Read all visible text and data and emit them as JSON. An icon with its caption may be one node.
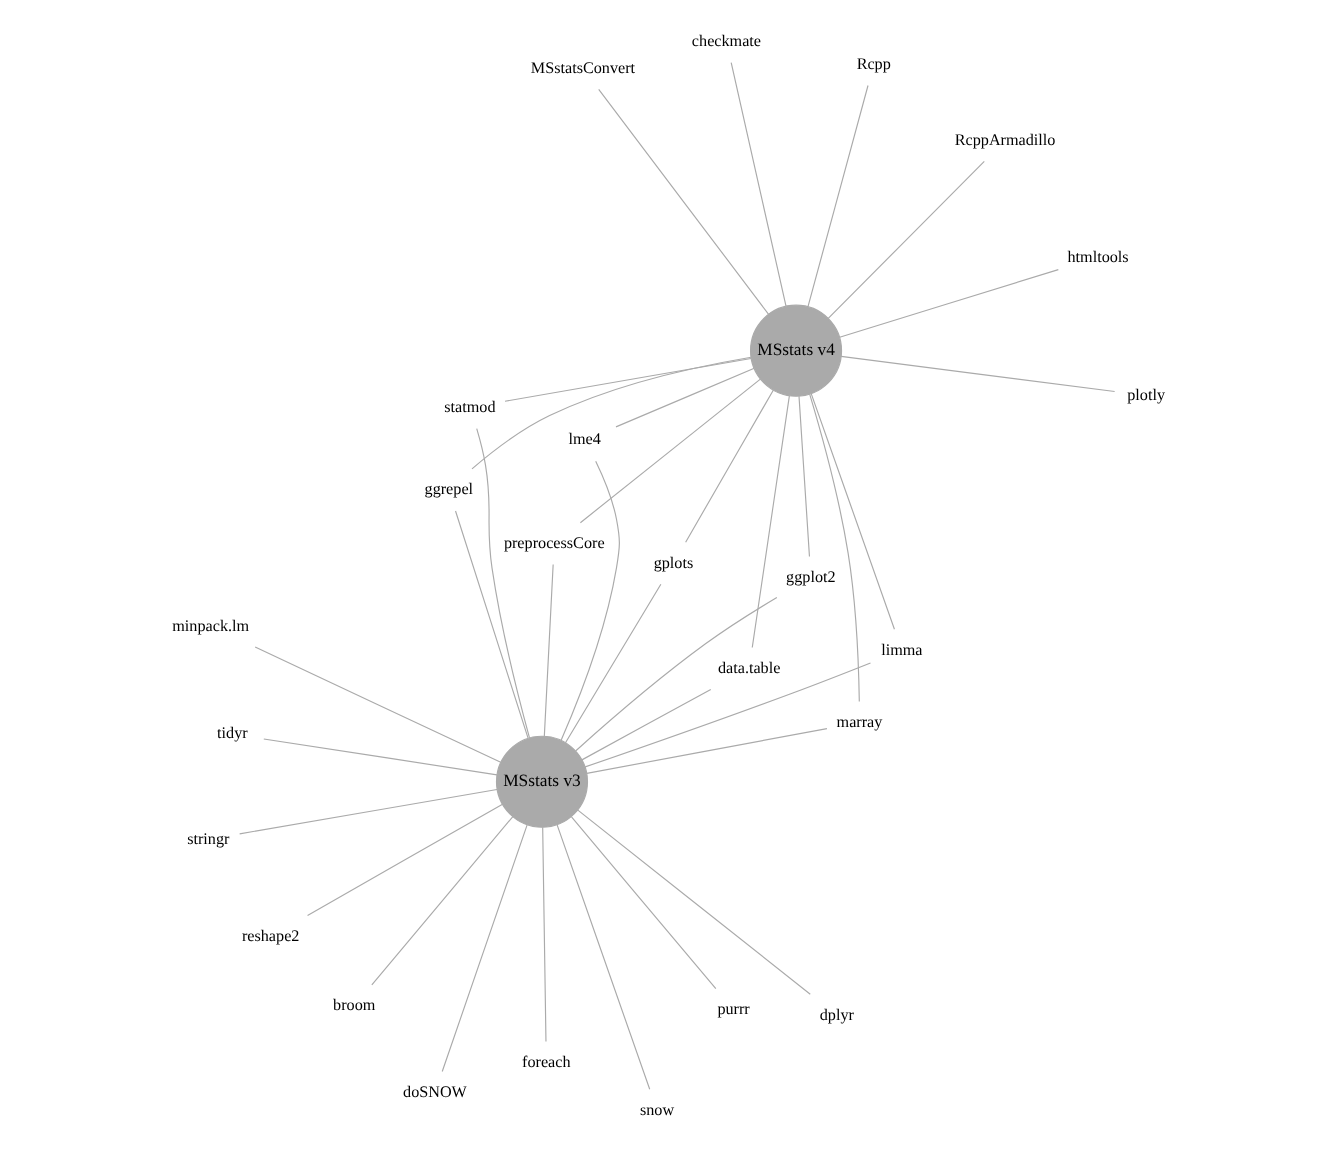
{
  "diagram": {
    "nodes": [
      {
        "text": [
          "MSstats v3"
        ]
      },
      {
        "text": [
          "MSstats v4"
        ]
      },
      {
        "text": [
          "doSNOW"
        ]
      },
      {
        "text": [
          "minpack.lm"
        ]
      },
      {
        "text": [
          "purrr"
        ]
      },
      {
        "text": [
          "tidyr"
        ]
      },
      {
        "text": [
          "reshape2"
        ]
      },
      {
        "text": [
          "dplyr"
        ]
      },
      {
        "text": [
          "broom"
        ]
      },
      {
        "text": [
          "snow"
        ]
      },
      {
        "text": [
          "foreach"
        ]
      },
      {
        "text": [
          "stringr"
        ]
      },
      {
        "text": [
          "limma"
        ]
      },
      {
        "text": [
          "ggplot2"
        ]
      },
      {
        "text": [
          "lme4"
        ]
      },
      {
        "text": [
          "data.table"
        ]
      },
      {
        "text": [
          "marray"
        ]
      },
      {
        "text": [
          "statmod"
        ]
      },
      {
        "text": [
          "ggrepel"
        ]
      },
      {
        "text": [
          "preprocessCore"
        ]
      },
      {
        "text": [
          "gplots"
        ]
      },
      {
        "text": [
          "MSstatsConvert"
        ]
      },
      {
        "text": [
          "Rcpp"
        ]
      },
      {
        "text": [
          "RcppArmadillo"
        ]
      },
      {
        "text": [
          "checkmate"
        ]
      },
      {
        "text": [
          "plotly"
        ]
      },
      {
        "text": [
          "htmltools"
        ]
      }
    ],
    "edges": [
      {
        "from": 0,
        "to": 2,
        "arrow": "none"
      },
      {
        "from": 0,
        "to": 3,
        "arrow": "none"
      },
      {
        "from": 0,
        "to": 4,
        "arrow": "none"
      },
      {
        "from": 0,
        "to": 5,
        "arrow": "none"
      },
      {
        "from": 0,
        "to": 6,
        "arrow": "none"
      },
      {
        "from": 0,
        "to": 7,
        "arrow": "none"
      },
      {
        "from": 0,
        "to": 8,
        "arrow": "none"
      },
      {
        "from": 0,
        "to": 9,
        "arrow": "none"
      },
      {
        "from": 0,
        "to": 10,
        "arrow": "none"
      },
      {
        "from": 0,
        "to": 11,
        "arrow": "none"
      },
      {
        "from": 0,
        "to": 12,
        "arrow": "none"
      },
      {
        "from": 0,
        "to": 13,
        "arrow": "none"
      },
      {
        "from": 0,
        "to": 14,
        "arrow": "none"
      },
      {
        "from": 0,
        "to": 15,
        "arrow": "none"
      },
      {
        "from": 0,
        "to": 16,
        "arrow": "none"
      },
      {
        "from": 0,
        "to": 17,
        "arrow": "none"
      },
      {
        "from": 0,
        "to": 18,
        "arrow": "none"
      },
      {
        "from": 0,
        "to": 19,
        "arrow": "none"
      },
      {
        "from": 0,
        "to": 20,
        "arrow": "none"
      },
      {
        "from": 1,
        "to": 12,
        "arrow": "none"
      },
      {
        "from": 1,
        "to": 13,
        "arrow": "none"
      },
      {
        "from": 1,
        "to": 14,
        "arrow": "none"
      },
      {
        "from": 1,
        "to": 15,
        "arrow": "none"
      },
      {
        "from": 1,
        "to": 16,
        "arrow": "none"
      },
      {
        "from": 1,
        "to": 17,
        "arrow": "none"
      },
      {
        "from": 1,
        "to": 18,
        "arrow": "none"
      },
      {
        "from": 1,
        "to": 19,
        "arrow": "none"
      },
      {
        "from": 1,
        "to": 20,
        "arrow": "none"
      },
      {
        "from": 1,
        "to": 21,
        "arrow": "none"
      },
      {
        "from": 1,
        "to": 22,
        "arrow": "none"
      },
      {
        "from": 1,
        "to": 23,
        "arrow": "none"
      },
      {
        "from": 1,
        "to": 24,
        "arrow": "none"
      },
      {
        "from": 1,
        "to": 25,
        "arrow": "none"
      },
      {
        "from": 1,
        "to": 26,
        "arrow": "none"
      }
    ]
  }
}
